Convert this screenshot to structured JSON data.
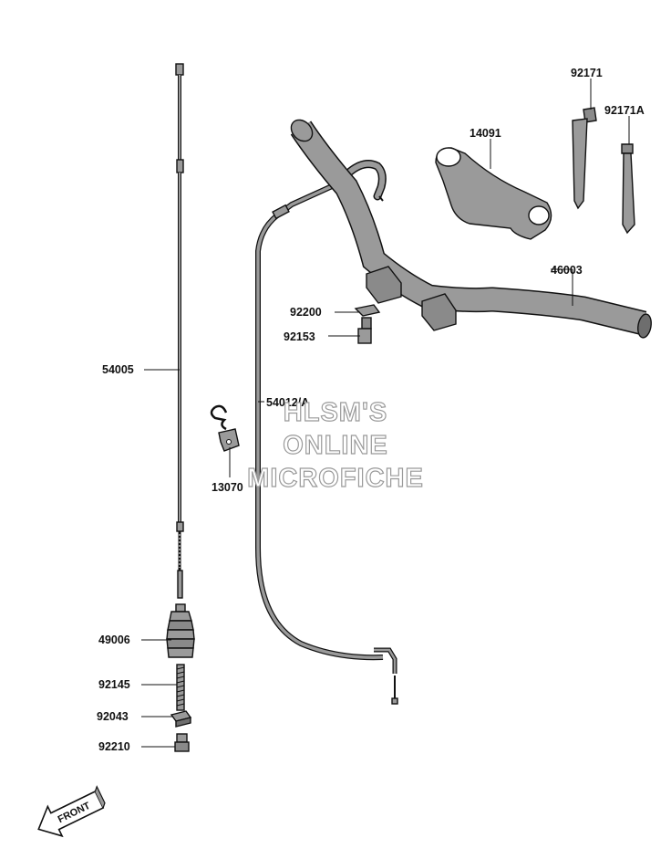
{
  "callouts": {
    "p54005": "54005",
    "p49006": "49006",
    "p92145": "92145",
    "p92043": "92043",
    "p92210": "92210",
    "p13070": "13070",
    "p54012A": "54012/A",
    "p92200": "92200",
    "p92153": "92153",
    "p14091": "14091",
    "p46003": "46003",
    "p92171": "92171",
    "p92171A": "92171A"
  },
  "watermark": {
    "line1": "HLSM'S",
    "line2": "ONLINE",
    "line3": "MICROFICHE"
  },
  "front_arrow": {
    "label": "FRONT"
  },
  "colors": {
    "part_fill": "#9a9a9a",
    "part_shade": "#6e6e6e",
    "line": "#111111",
    "watermark_stroke": "#9a9a9a"
  }
}
